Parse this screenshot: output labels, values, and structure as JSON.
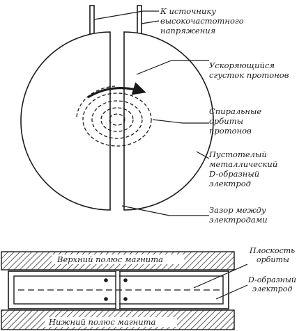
{
  "top_view": {
    "labels": {
      "source_line1": "К источнику",
      "source_line2": "высокочастотного",
      "source_line3": "напряжения",
      "bunch_line1": "Ускоряющийся",
      "bunch_line2": "сгусток протонов",
      "orbits_line1": "Спиральные",
      "orbits_line2": "орбиты",
      "orbits_line3": "протонов",
      "dee_line1": "Пустотелый",
      "dee_line2": "металлический",
      "dee_line3": "D-образный",
      "dee_line4": "электрод",
      "gap_line1": "Зазор между",
      "gap_line2": "электродами"
    }
  },
  "side_view": {
    "labels": {
      "upper_pole": "Верхний полюс магнита",
      "lower_pole": "Нижний полюс магнита",
      "plane_line1": "Плоскость",
      "plane_line2": "орбиты",
      "dee_line1": "D-образный",
      "dee_line2": "электрод"
    }
  },
  "colors": {
    "ink": "#1a1a1a",
    "paper": "#ffffff"
  }
}
